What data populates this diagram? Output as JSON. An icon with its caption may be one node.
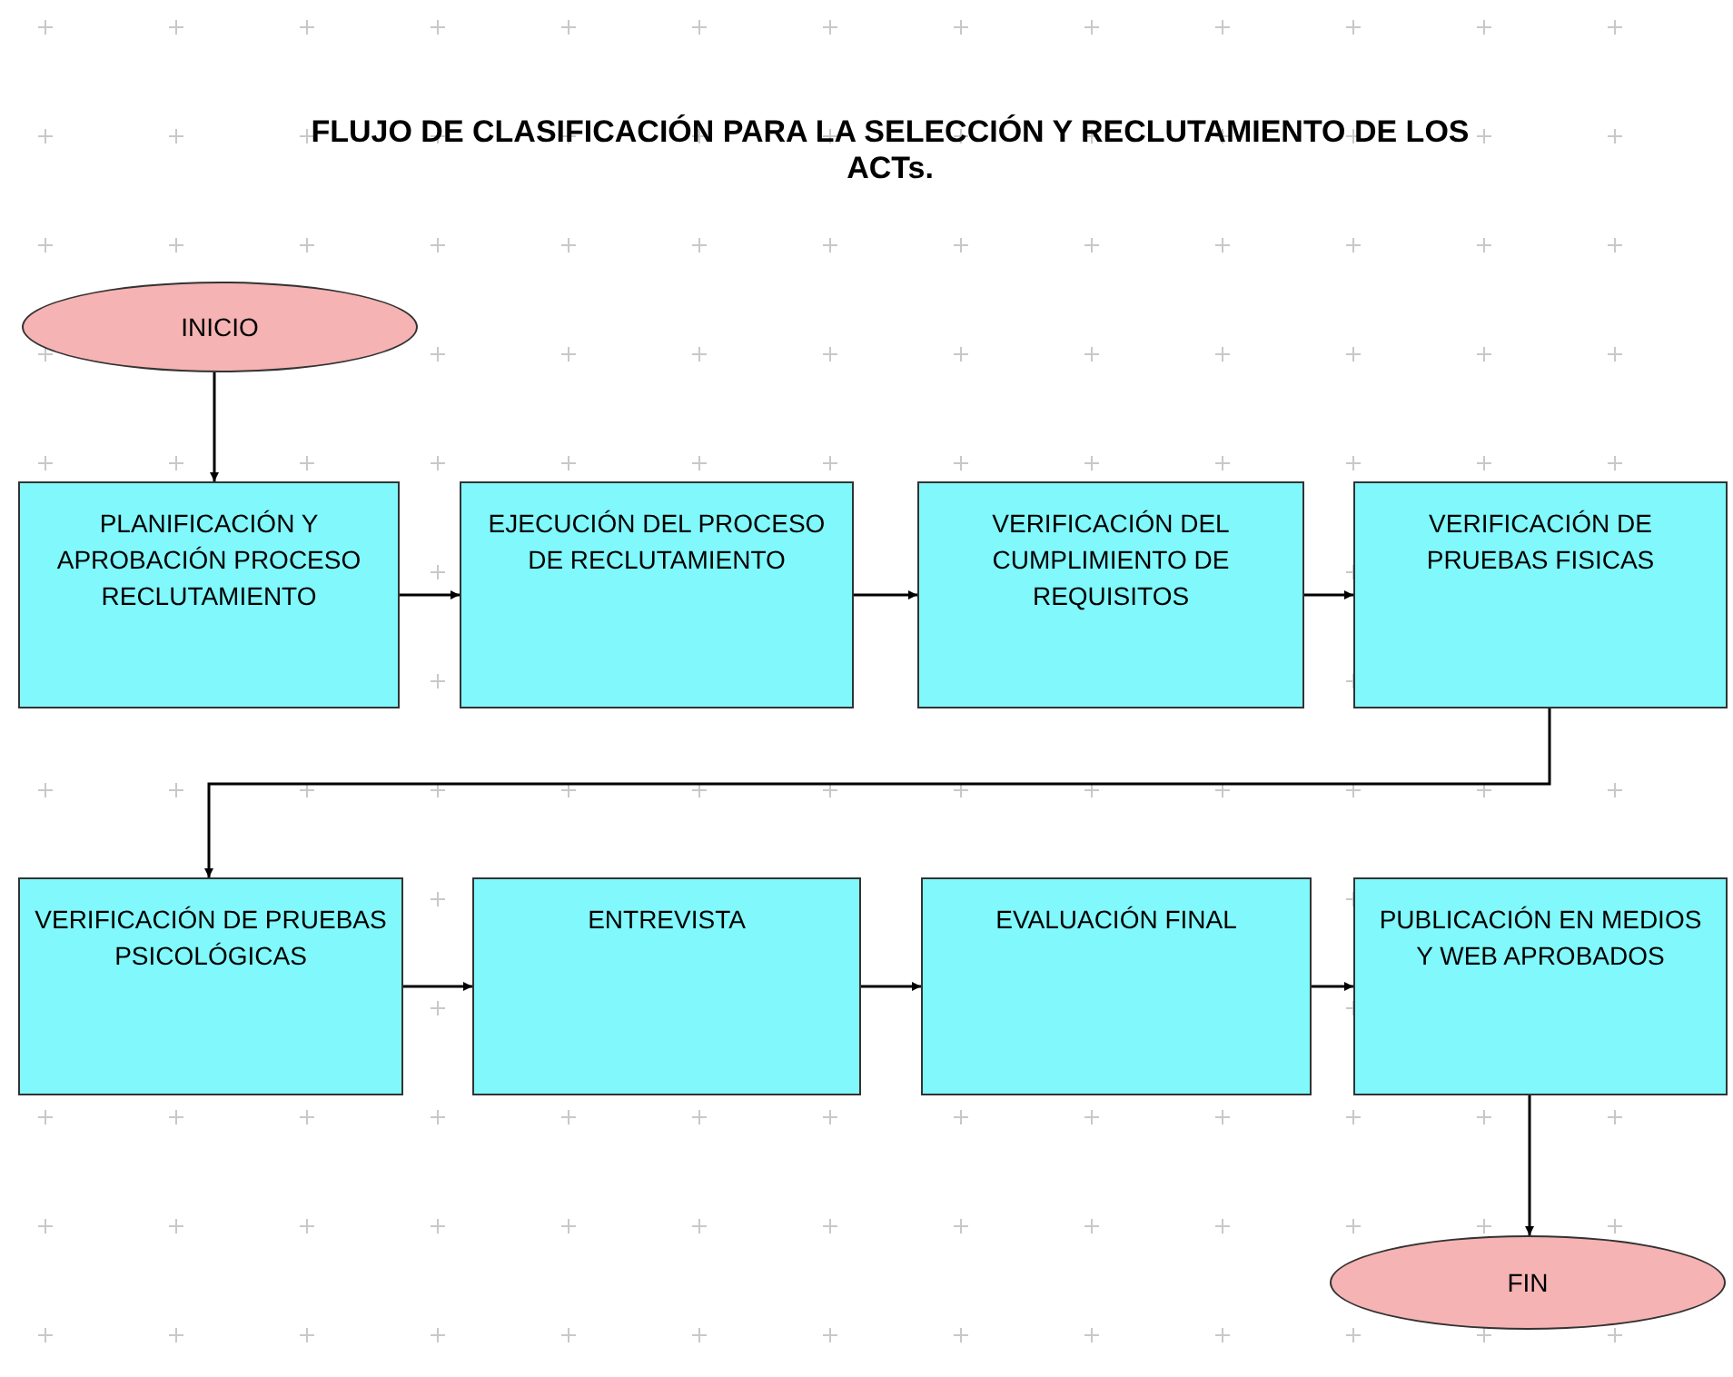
{
  "diagram": {
    "title": "FLUJO DE CLASIFICACIÓN PARA LA SELECCIÓN Y RECLUTAMIENTO DE LOS ACTs.",
    "nodes": [
      {
        "text": [
          "INICIO"
        ]
      },
      {
        "text": [
          "PLANIFICACIÓN Y APROBACIÓN PROCESO RECLUTAMIENTO"
        ]
      },
      {
        "text": [
          "EJECUCIÓN DEL PROCESO DE RECLUTAMIENTO"
        ]
      },
      {
        "text": [
          "VERIFICACIÓN DEL CUMPLIMIENTO DE REQUISITOS"
        ]
      },
      {
        "text": [
          "VERIFICACIÓN DE PRUEBAS FISICAS"
        ]
      },
      {
        "text": [
          "VERIFICACIÓN DE PRUEBAS PSICOLÓGICAS"
        ]
      },
      {
        "text": [
          "ENTREVISTA"
        ]
      },
      {
        "text": [
          "EVALUACIÓN FINAL"
        ]
      },
      {
        "text": [
          "PUBLICACIÓN EN MEDIOS Y WEB APROBADOS"
        ]
      },
      {
        "text": [
          "FIN"
        ]
      }
    ],
    "edges": [
      {
        "from": 0,
        "to": 1,
        "arrow": "to"
      },
      {
        "from": 1,
        "to": 2,
        "arrow": "to"
      },
      {
        "from": 2,
        "to": 3,
        "arrow": "to"
      },
      {
        "from": 3,
        "to": 4,
        "arrow": "to"
      },
      {
        "from": 4,
        "to": 5,
        "arrow": "to"
      },
      {
        "from": 5,
        "to": 6,
        "arrow": "to"
      },
      {
        "from": 6,
        "to": 7,
        "arrow": "to"
      },
      {
        "from": 7,
        "to": 8,
        "arrow": "to"
      },
      {
        "from": 8,
        "to": 9,
        "arrow": "to"
      }
    ]
  }
}
